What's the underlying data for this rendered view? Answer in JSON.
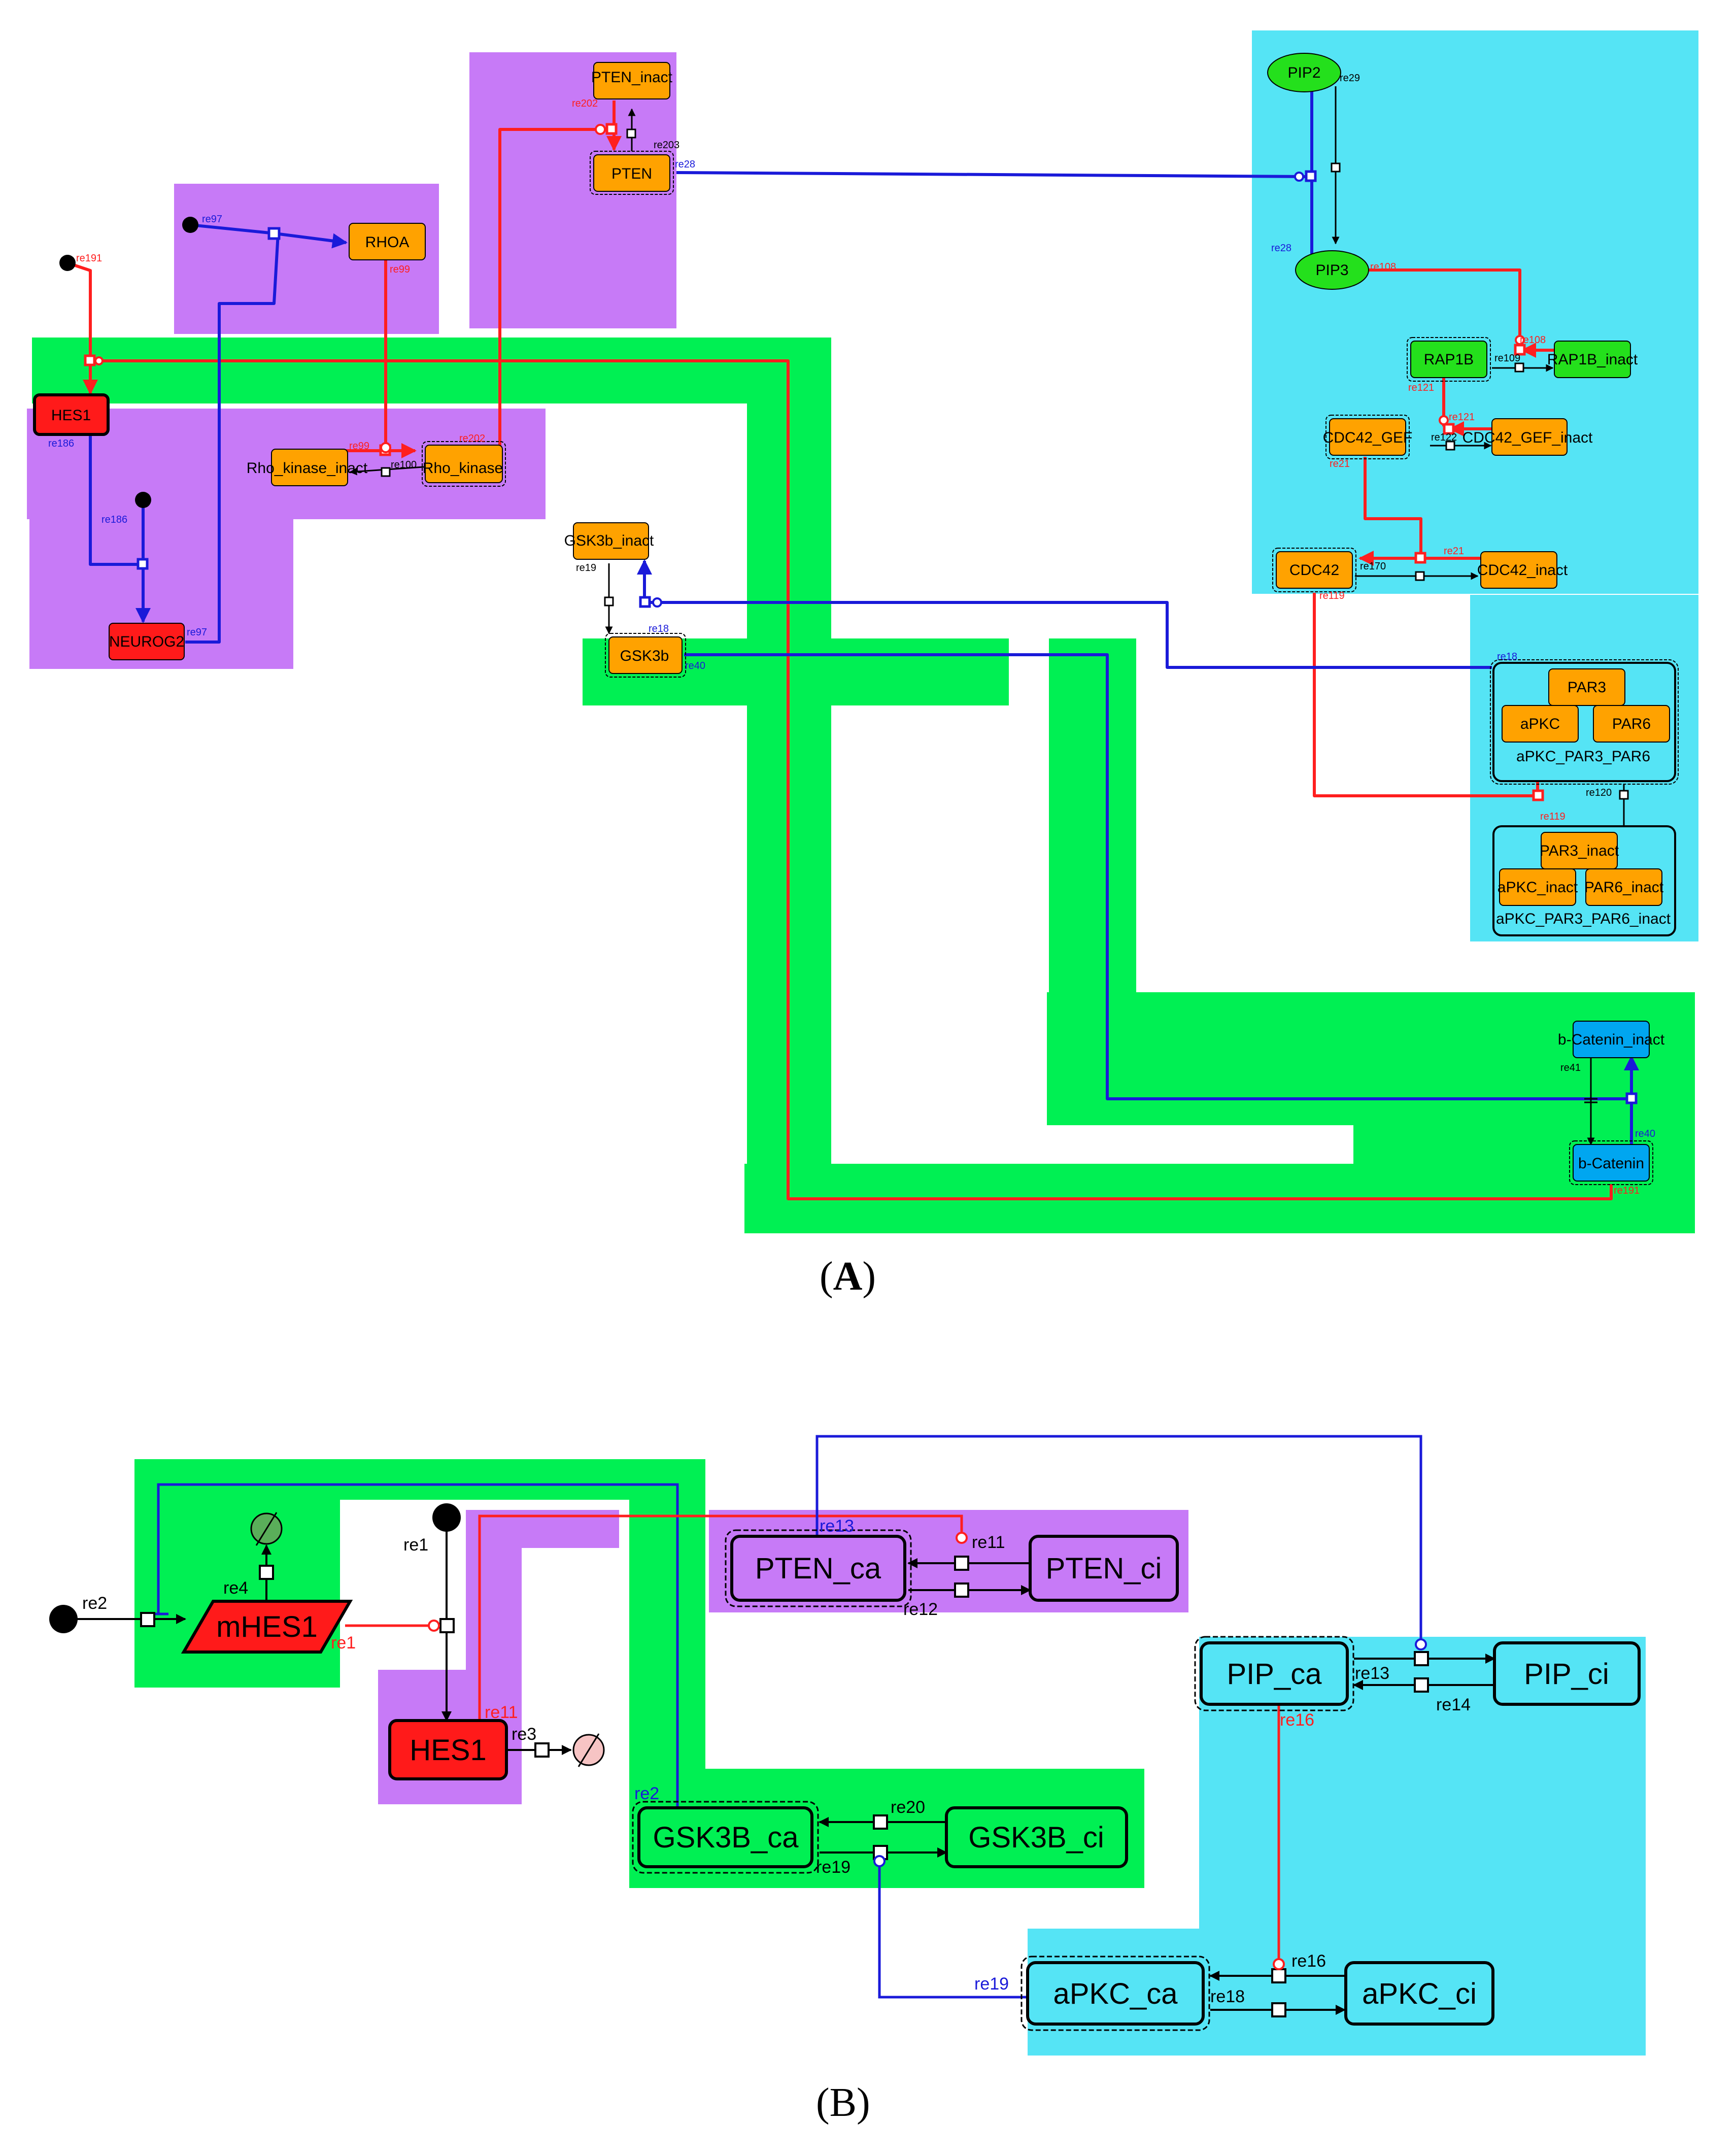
{
  "colors": {
    "purple": "#c77af7",
    "green": "#00f053",
    "cyan": "#55e4f5",
    "orange": "#ffa200",
    "red_node": "#ff1a1a",
    "blue_node": "#00a6f0",
    "green_node": "#24e01c",
    "red_line": "#ff1f1f",
    "blue_line": "#1a1ad9",
    "black": "#000000"
  },
  "panel_a": {
    "caption_open": "(",
    "caption_letter": "A",
    "caption_close": ")",
    "nodes": {
      "pten_inact": "PTEN_inact",
      "pten": "PTEN",
      "rhoa": "RHOA",
      "hes1": "HES1",
      "neurog2": "NEUROG2",
      "rho_kinase_inact": "Rho_kinase_inact",
      "rho_kinase": "Rho_kinase",
      "gsk3b_inact": "GSK3b_inact",
      "gsk3b": "GSK3b",
      "pip2": "PIP2",
      "pip3": "PIP3",
      "rap1b": "RAP1B",
      "rap1b_inact": "RAP1B_inact",
      "cdc42_gef": "CDC42_GEF",
      "cdc42_gef_inact": "CDC42_GEF_inact",
      "cdc42": "CDC42",
      "cdc42_inact": "CDC42_inact",
      "par3": "PAR3",
      "apkc": "aPKC",
      "par6": "PAR6",
      "complex": "aPKC_PAR3_PAR6",
      "par3_inact": "PAR3_inact",
      "apkc_inact": "aPKC_inact",
      "par6_inact": "PAR6_inact",
      "complex_inact": "aPKC_PAR3_PAR6_inact",
      "bcat_inact": "b-Catenin_inact",
      "bcat": "b-Catenin"
    },
    "labels": {
      "re191_top": "re191",
      "re186_hes": "re186",
      "re186_mid": "re186",
      "re97_top": "re97",
      "re97_neurog": "re97",
      "re99_rhoa": "re99",
      "re99_rk": "re99",
      "re100": "re100",
      "re202_top": "re202",
      "re202_rk": "re202",
      "re203": "re203",
      "re28_pten": "re28",
      "re29": "re29",
      "re28_pip": "re28",
      "re108_pip3": "re108",
      "re108_rap": "re108",
      "re109": "re109",
      "re121_rap": "re121",
      "re121_cdc": "re121",
      "re122": "re122",
      "re21_gef": "re21",
      "re21_mid": "re21",
      "re170": "re170",
      "re119_cdc": "re119",
      "re119_bot": "re119",
      "re19": "re19",
      "re18_gsk": "re18",
      "re40_gsk": "re40",
      "re18_cplx": "re18",
      "re120": "re120",
      "re41": "re41",
      "re40_bcat": "re40",
      "re191_bcat": "re191"
    }
  },
  "panel_b": {
    "caption": "(B)",
    "nodes": {
      "mhes1": "mHES1",
      "hes1": "HES1",
      "pten_ca": "PTEN_ca",
      "pten_ci": "PTEN_ci",
      "pip_ca": "PIP_ca",
      "pip_ci": "PIP_ci",
      "gsk3b_ca": "GSK3B_ca",
      "gsk3b_ci": "GSK3B_ci",
      "apkc_ca": "aPKC_ca",
      "apkc_ci": "aPKC_ci"
    },
    "labels": {
      "re2_src": "re2",
      "re4": "re4",
      "re1_red": "re1",
      "re1_top": "re1",
      "re11_hes": "re11",
      "re3": "re3",
      "re13_pten": "re13",
      "re11_pten": "re11",
      "re12": "re12",
      "re13_pip": "re13",
      "re14": "re14",
      "re16_pip": "re16",
      "re2_gsk": "re2",
      "re20": "re20",
      "re19_gsk": "re19",
      "re19_apkc": "re19",
      "re16_apkc": "re16",
      "re18": "re18"
    }
  }
}
